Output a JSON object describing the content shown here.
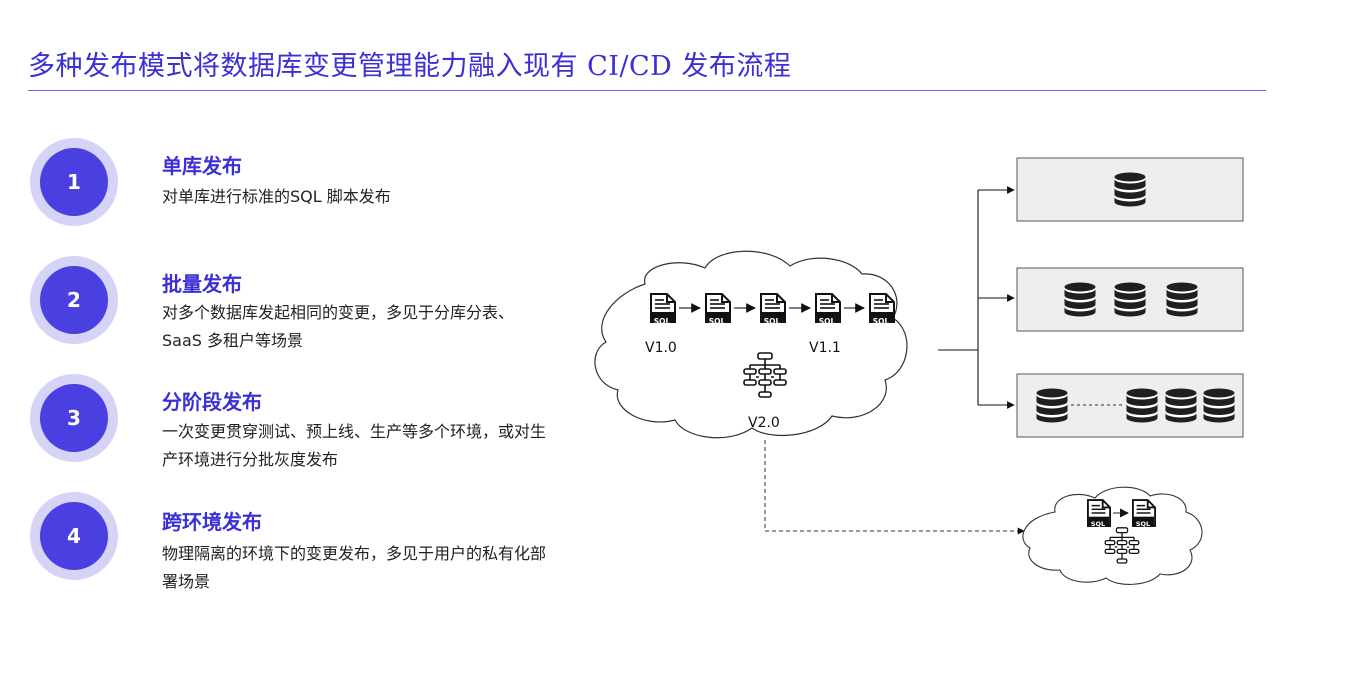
{
  "page": {
    "title": "多种发布模式将数据库变更管理能力融入现有 CI/CD 发布流程"
  },
  "modes": [
    {
      "number": "1",
      "title": "单库发布",
      "desc": "对单库进行标准的SQL 脚本发布"
    },
    {
      "number": "2",
      "title": "批量发布",
      "desc": "对多个数据库发起相同的变更，多见于分库分表、SaaS 多租户等场景"
    },
    {
      "number": "3",
      "title": "分阶段发布",
      "desc": "一次变更贯穿测试、预上线、生产等多个环境，或对生产环境进行分批灰度发布"
    },
    {
      "number": "4",
      "title": "跨环境发布",
      "desc": "物理隔离的环境下的变更发布，多见于用户的私有化部署场景"
    }
  ],
  "diagram": {
    "sql_file_label": "SQL",
    "version_labels": [
      "V1.0",
      "V1.1",
      "V2.0"
    ],
    "icons": [
      "sql-file-icon",
      "schema-tree-icon",
      "database-icon"
    ],
    "colors": {
      "accent": "#4a3fe0",
      "badge_ring": "#d5d3f6",
      "box_fill": "#eeeeee"
    }
  }
}
